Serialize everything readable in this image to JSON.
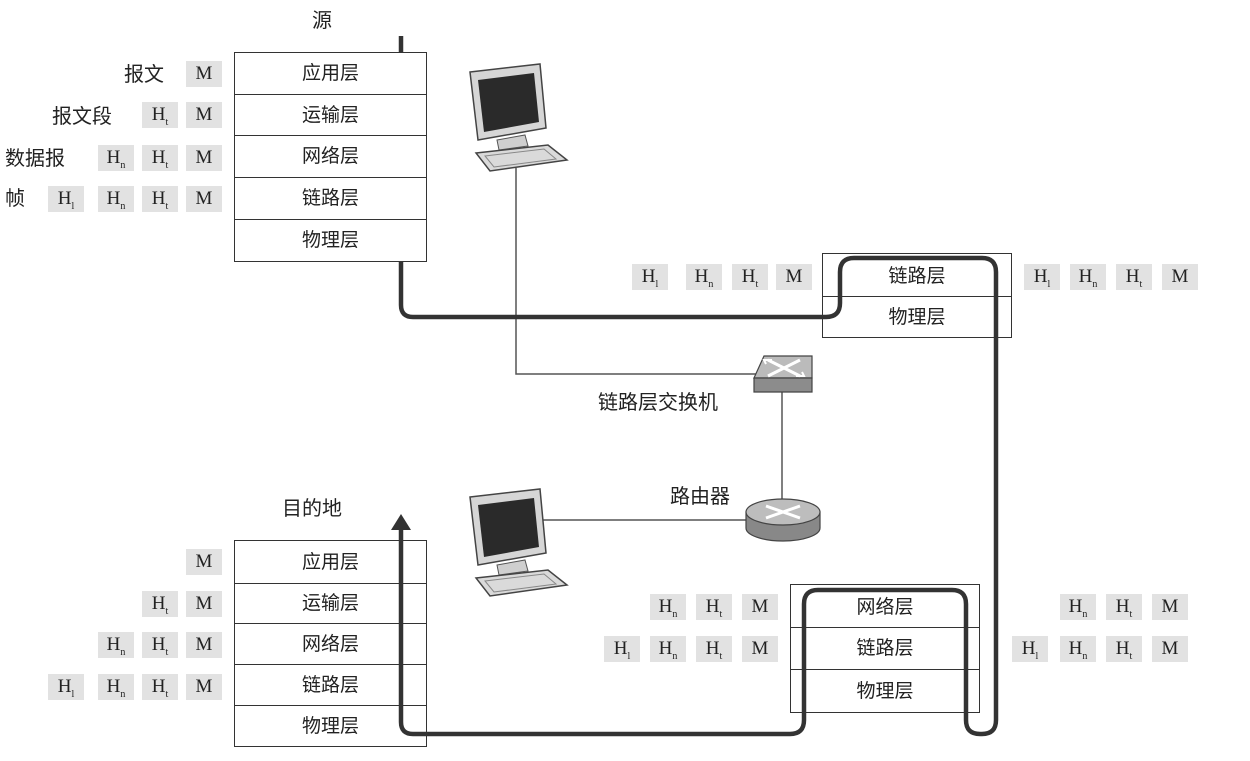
{
  "source": {
    "title": "源",
    "layers": [
      "应用层",
      "运输层",
      "网络层",
      "链路层",
      "物理层"
    ],
    "unit_labels": [
      "报文",
      "报文段",
      "数据报",
      "帧"
    ]
  },
  "destination": {
    "title": "目的地",
    "layers": [
      "应用层",
      "运输层",
      "网络层",
      "链路层",
      "物理层"
    ]
  },
  "switch": {
    "label": "链路层交换机",
    "layers": [
      "链路层",
      "物理层"
    ]
  },
  "router": {
    "label": "路由器",
    "layers": [
      "网络层",
      "链路层",
      "物理层"
    ]
  },
  "headers": {
    "M": "M",
    "H": "H",
    "t": "t",
    "n": "n",
    "l": "l"
  },
  "colors": {
    "header_bg": "#e2e2e2",
    "flow_line": "#333333"
  },
  "icons": [
    "computer-icon",
    "switch-icon",
    "router-icon"
  ]
}
